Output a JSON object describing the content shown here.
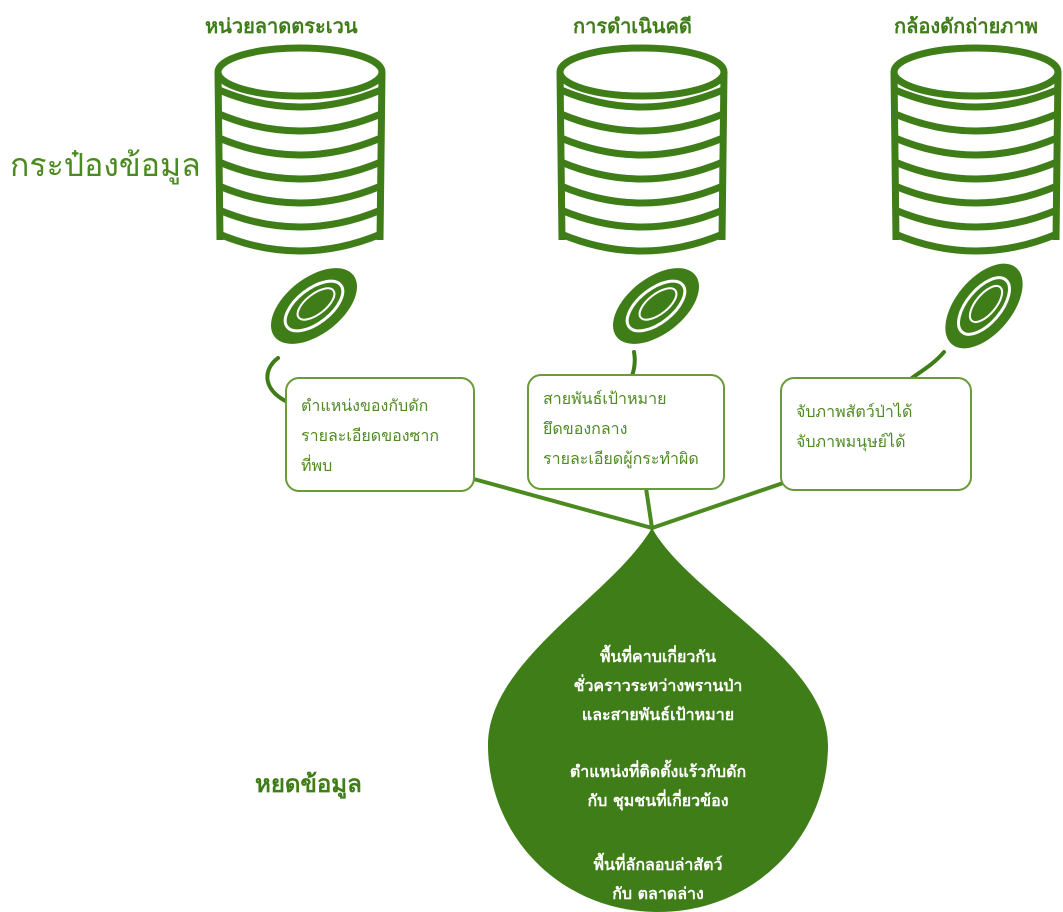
{
  "colors": {
    "primary": "#3f7d18",
    "accent": "#4a8a1f",
    "box_border": "#6a9a3a"
  },
  "cans": [
    {
      "title": "หน่วยลาดตระเวน",
      "notes": [
        "ตำแหน่งของกับดัก",
        "รายละเอียดของซาก",
        "ที่พบ"
      ]
    },
    {
      "title": "การดำเนินคดี",
      "notes": [
        "สายพันธ์เป้าหมาย",
        "ยึดของกลาง",
        "รายละเอียดผู้กระทำผิด"
      ]
    },
    {
      "title": "กล้องดักถ่ายภาพ",
      "notes": [
        "จับภาพสัตว์ป่าได้",
        "จับภาพมนุษย์ได้"
      ]
    }
  ],
  "side_label": "กระป๋องข้อมูล",
  "drop_label": "หยดข้อมูล",
  "drop_groups": [
    [
      "พื้นที่คาบเกี่ยวกัน",
      "ชั่วคราวระหว่างพรานป่า",
      "และสายพันธ์เป้าหมาย"
    ],
    [
      "ตำแหน่งที่ติดตั้งแร้วกับดัก",
      "กับ ชุมชนที่เกี่ยวข้อง"
    ],
    [
      "พื้นที่ลักลอบล่าสัตว์",
      "กับ ตลาดล่าง"
    ]
  ]
}
